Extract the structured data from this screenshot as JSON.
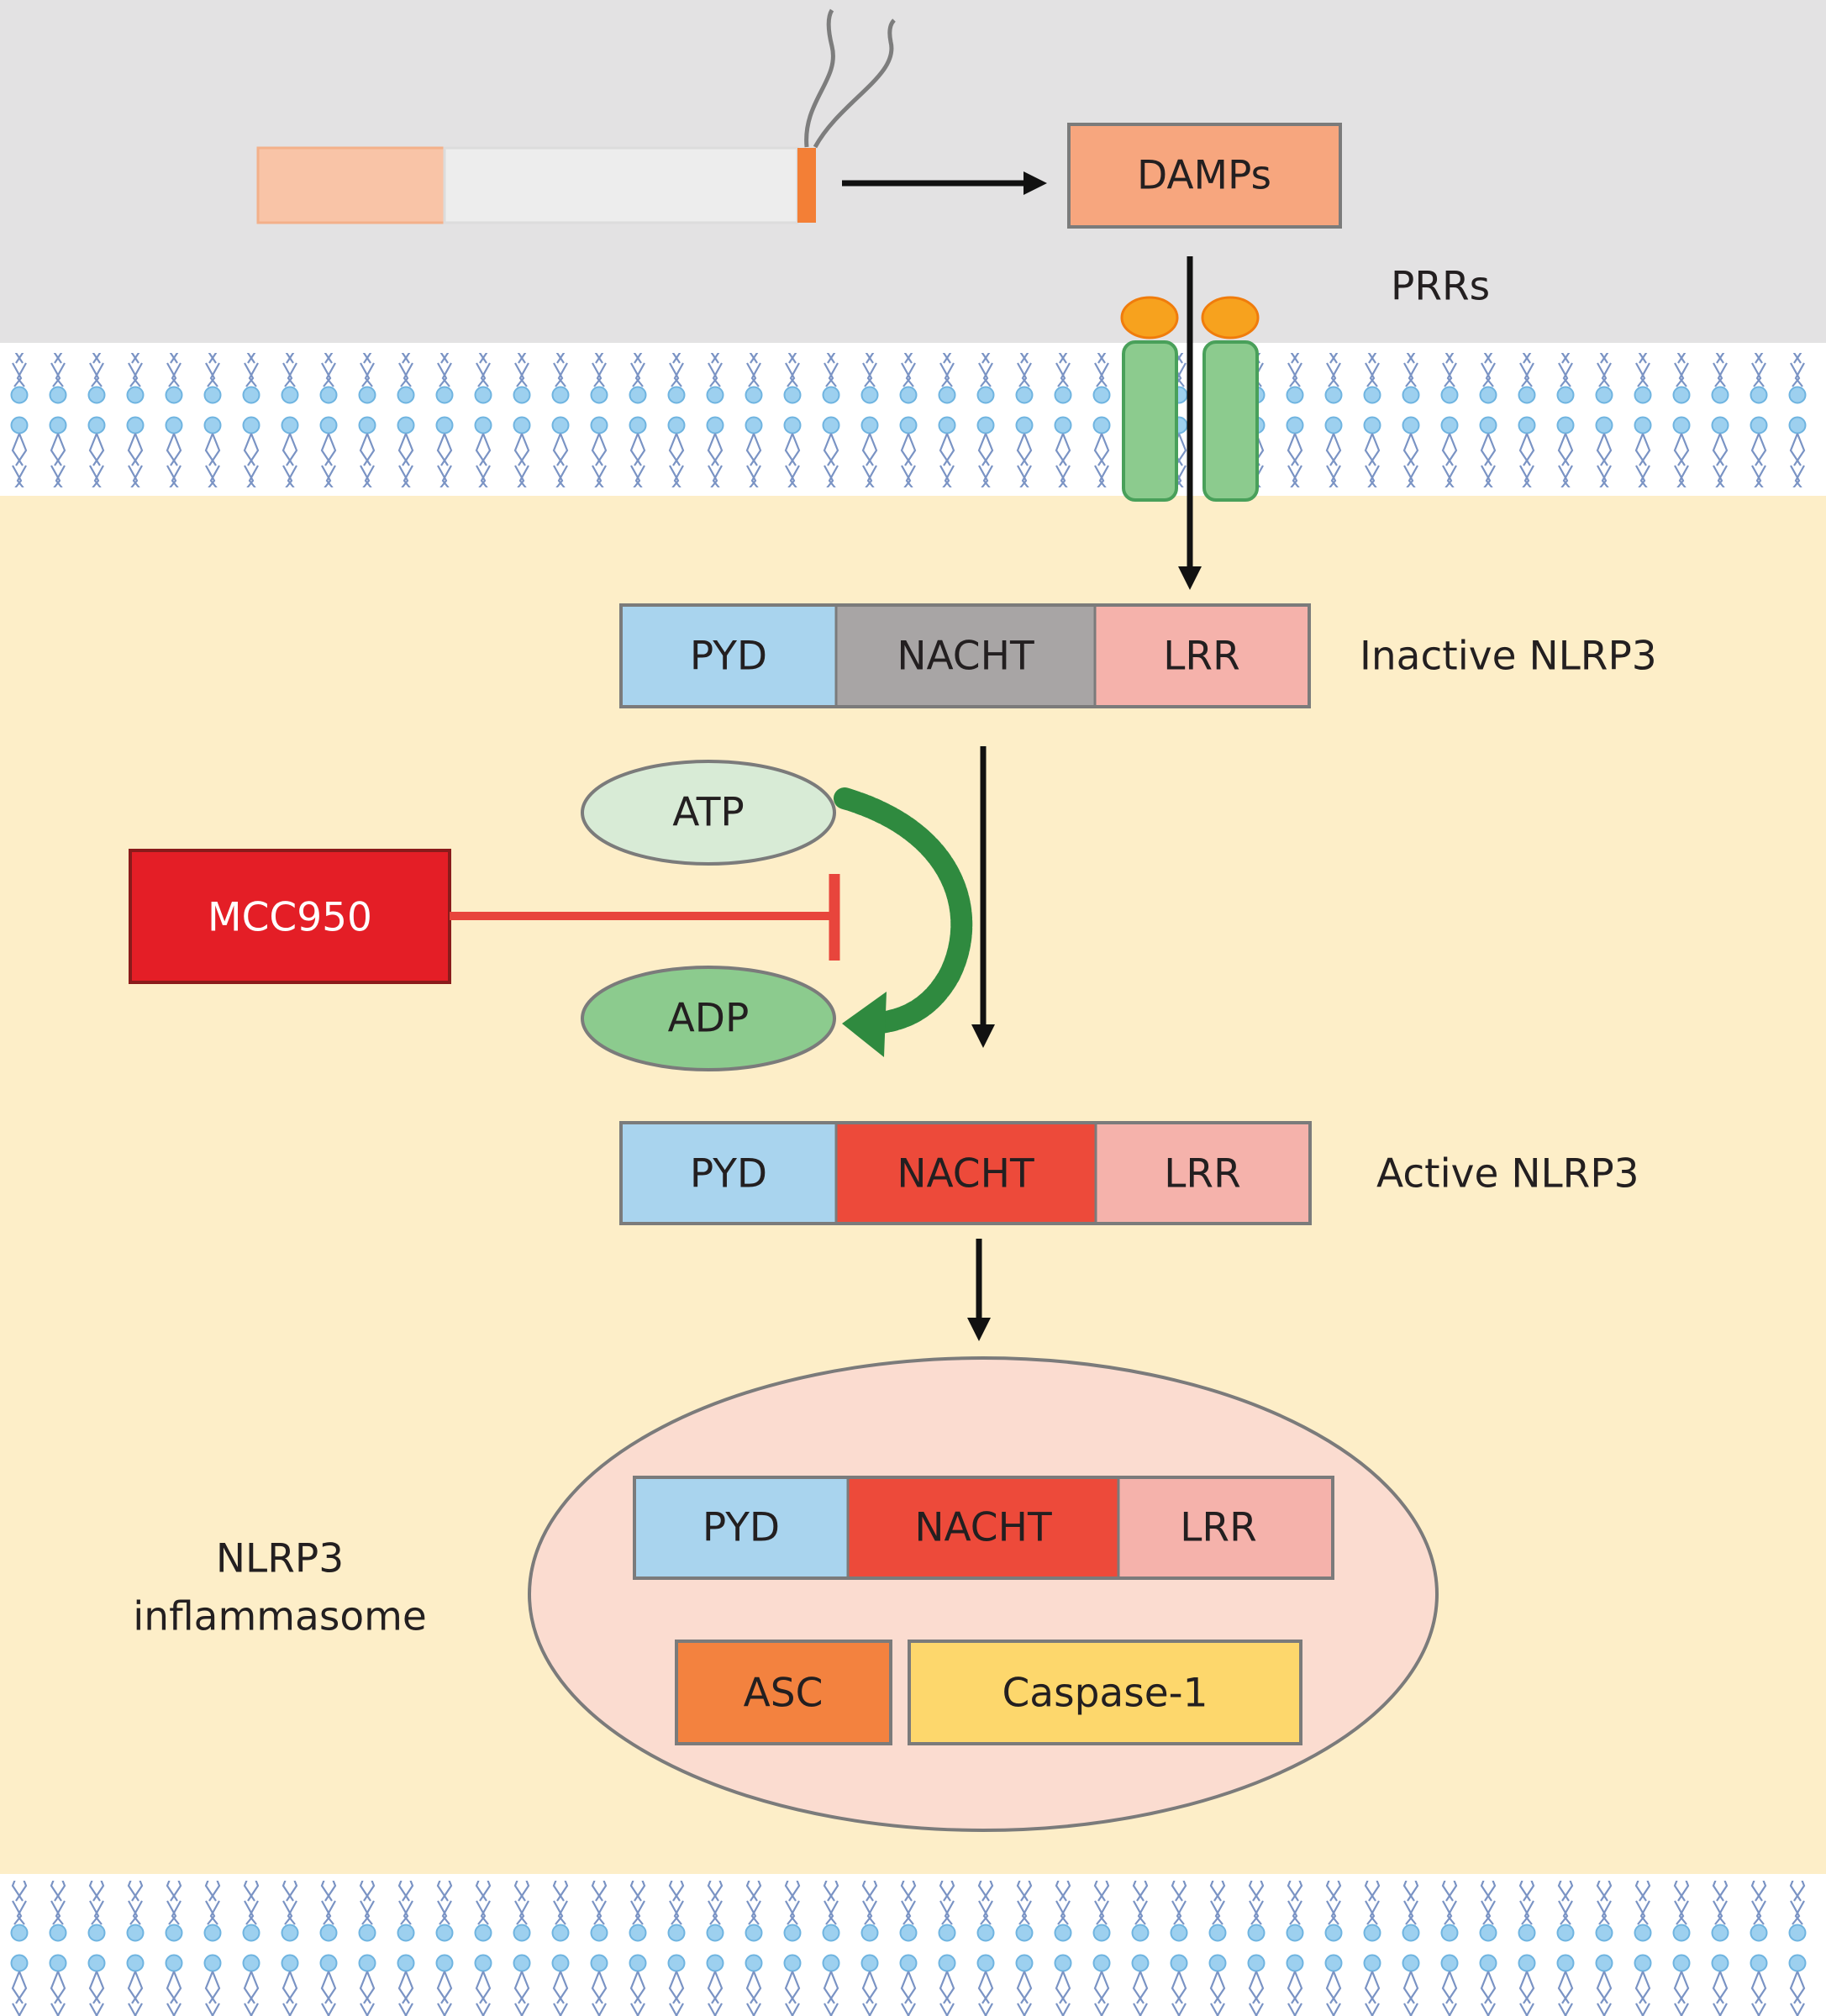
{
  "colors": {
    "extracellular": "#e3e2e3",
    "cytoplasm": "#fdeec8",
    "membrane_head": "#9dd0ef",
    "membrane_tail": "#7a93c4",
    "pyd": "#a9d4ee",
    "nacht_inactive": "#a8a5a5",
    "nacht_active": "#ed4a3a",
    "lrr": "#f5b2ab",
    "damps": "#f7a67e",
    "mcc950": "#e41e26",
    "inhibition": "#e8453c",
    "atp": "#d8ebd6",
    "adp": "#8ccb8e",
    "receptor": "#8ccb8e",
    "ligand": "#f7a21e",
    "inflammasome": "#fbdcd0",
    "asc": "#f3823f",
    "caspase": "#fdd76c",
    "curved_arrow": "#2f8a3f"
  },
  "labels": {
    "damps": "DAMPs",
    "prrs": "PRRs",
    "inactive_nlrp3": "Inactive NLRP3",
    "active_nlrp3": "Active NLRP3",
    "atp": "ATP",
    "adp": "ADP",
    "mcc950": "MCC950",
    "inflammasome_line1": "NLRP3",
    "inflammasome_line2": "inflammasome",
    "asc": "ASC",
    "caspase": "Caspase-1"
  },
  "inactive_nlrp3": {
    "domains": [
      "PYD",
      "NACHT",
      "LRR"
    ]
  },
  "active_nlrp3": {
    "domains": [
      "PYD",
      "NACHT",
      "LRR"
    ]
  },
  "inflammasome_nlrp3": {
    "domains": [
      "PYD",
      "NACHT",
      "LRR"
    ]
  }
}
